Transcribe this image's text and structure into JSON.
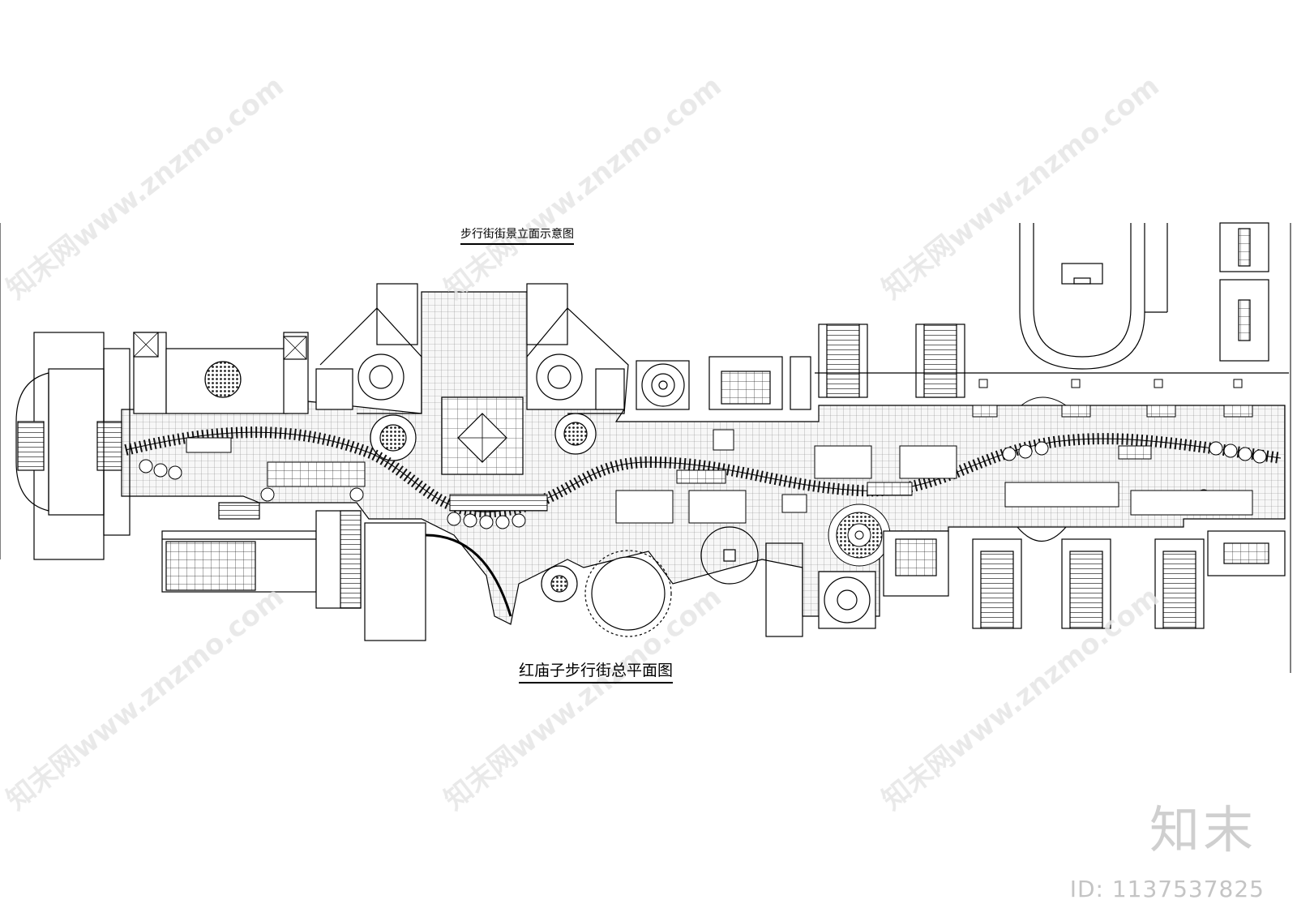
{
  "drawing": {
    "elevation_caption": "步行街街景立面示意图",
    "plan_caption": "红庙子步行街总平面图"
  },
  "watermark": {
    "text": "知末网www.znzmo.com",
    "brand": "知末",
    "id_label": "ID: 1137537825"
  },
  "colors": {
    "line": "#000000",
    "paving": "#f4f4f4",
    "watermark": "#e6e6e6"
  }
}
